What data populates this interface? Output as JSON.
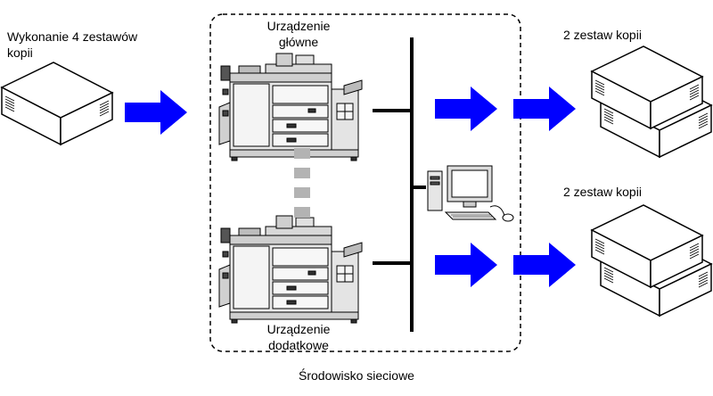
{
  "labels": {
    "source_line1": "Wykonanie 4 zestawów",
    "source_line2": "kopii",
    "main_line1": "Urządzenie",
    "main_line2": "główne",
    "sub_line1": "Urządzenie",
    "sub_line2": "dodatkowe",
    "output_top": "2 zestaw kopii",
    "output_bottom": "2 zestaw kopii",
    "network": "Środowisko sieciowe"
  },
  "colors": {
    "arrow": "#0000ff",
    "dashed_link": "#b3b3b3",
    "line": "#000000"
  },
  "icons": [
    "paper-stack-icon",
    "copier-icon",
    "computer-icon",
    "arrow-right-icon"
  ]
}
